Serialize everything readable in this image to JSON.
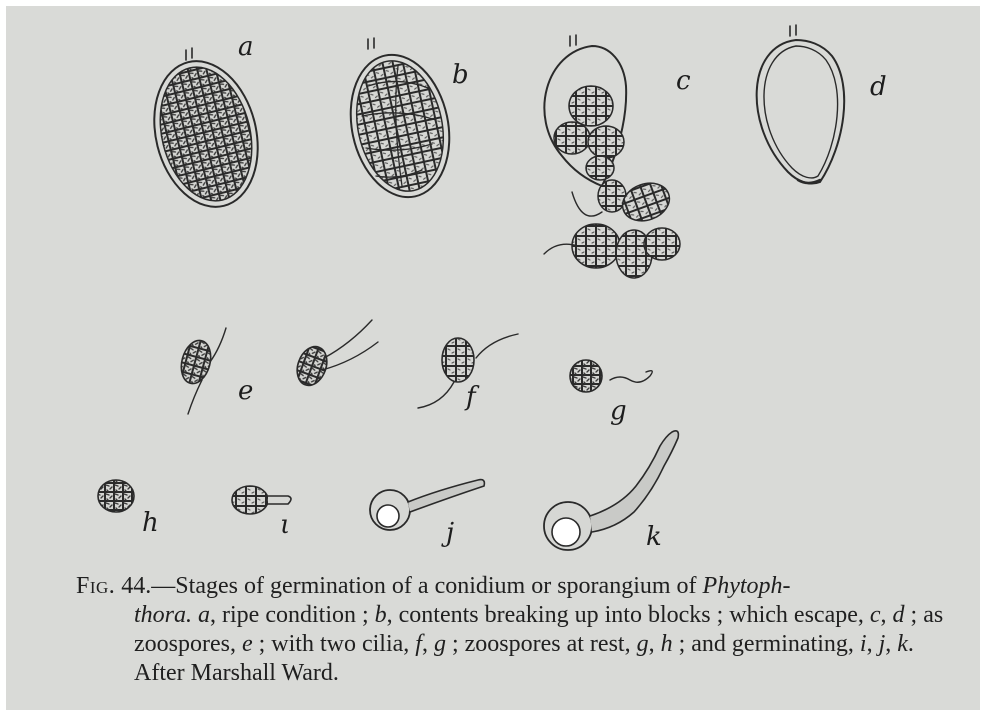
{
  "figure": {
    "labels": {
      "a": "a",
      "b": "b",
      "c": "c",
      "d": "d",
      "e": "e",
      "f": "f",
      "g": "g",
      "h": "h",
      "i": "ι",
      "j": "j",
      "k": "k"
    }
  },
  "caption": {
    "fig_word": "Fig.",
    "fig_number": "44.",
    "intro": "—Stages of germination of a conidium or sporangium of",
    "genus_1": "Phytoph-",
    "genus_2": "thora.",
    "a": "a",
    "a_text": ", ripe condition ;",
    "b": "b",
    "b_text": ", contents breaking up into blocks ; which escape,",
    "c": "c",
    "sep1": ",",
    "d": "d",
    "zoo_text": "; as zoospores,",
    "e": "e",
    "cilia_text": "; with two cilia,",
    "f": "f",
    "sep2": ",",
    "g": "g",
    "rest_text": "; zoospores at rest,",
    "g2": "g",
    "sep3": ",",
    "h": "h",
    "germ_text": "; and germinating,",
    "i": "i",
    "sep4": ",",
    "j": "j",
    "sep5": ",",
    "k": "k",
    "end_text": ".   After Marshall Ward."
  }
}
